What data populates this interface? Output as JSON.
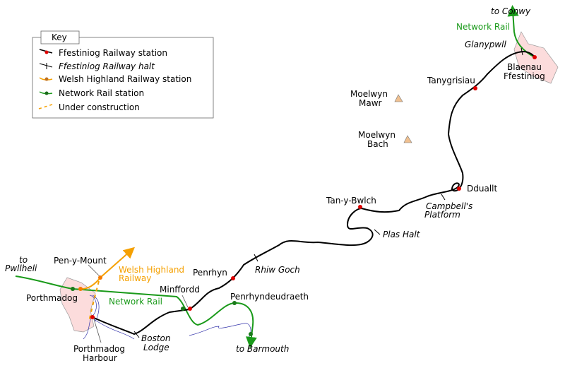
{
  "key": {
    "title": "Key",
    "items": [
      {
        "label": "Ffestiniog Railway station",
        "color": "#e00000"
      },
      {
        "label": "Ffestiniog Railway halt",
        "color": "#000000"
      },
      {
        "label": "Welsh Highland Railway station",
        "color": "#f5a000"
      },
      {
        "label": "Network Rail station",
        "color": "#1a9a1a"
      },
      {
        "label": "Under construction",
        "color": "#f5a000"
      }
    ]
  },
  "labels": {
    "to_conwy": "to Conwy",
    "network_rail_north": "Network Rail",
    "glanypwll": "Glanypwll",
    "blaenau_1": "Blaenau",
    "blaenau_2": "Ffestiniog",
    "tanygrisiau": "Tanygrisiau",
    "moelwyn_mawr_1": "Moelwyn",
    "moelwyn_mawr_2": "Mawr",
    "moelwyn_bach_1": "Moelwyn",
    "moelwyn_bach_2": "Bach",
    "dduallt": "Dduallt",
    "campbells_1": "Campbell's",
    "campbells_2": "Platform",
    "tan_y_bwlch": "Tan-y-Bwlch",
    "plas_halt": "Plas Halt",
    "rhiw_goch": "Rhiw Goch",
    "penrhyn": "Penrhyn",
    "minffordd": "Minffordd",
    "penrhyndeudraeth": "Penrhyndeudraeth",
    "network_rail_south": "Network Rail",
    "to_barmouth": "to Barmouth",
    "boston_lodge_1": "Boston",
    "boston_lodge_2": "Lodge",
    "porthmadog_harbour_1": "Porthmadog",
    "porthmadog_harbour_2": "Harbour",
    "porthmadog": "Porthmadog",
    "pen_y_mount": "Pen-y-Mount",
    "whr_1": "Welsh Highland",
    "whr_2": "Railway",
    "to_pwllheli_1": "to",
    "to_pwllheli_2": "Pwllheli"
  },
  "colors": {
    "fr": "#000000",
    "station": "#e00000",
    "nr": "#1a9a1a",
    "whr": "#f5a000",
    "town": "#fcdcdc",
    "mountain": "#f0c090",
    "river": "#3333aa"
  }
}
